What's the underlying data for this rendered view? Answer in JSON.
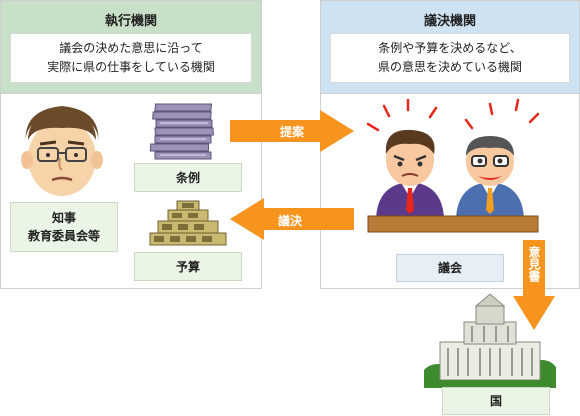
{
  "executive": {
    "title": "執行機関",
    "desc_line1": "議会の決めた意思に沿って",
    "desc_line2": "実際に県の仕事をしている機関",
    "governor_line1": "知事",
    "governor_line2": "教育委員会等",
    "ordinance": "条例",
    "budget": "予算"
  },
  "assembly": {
    "title": "議決機関",
    "desc_line1": "条例や予算を決めるなど、",
    "desc_line2": "県の意思を決めている機関",
    "name": "議会"
  },
  "arrows": {
    "propose": "提案",
    "resolve": "議決",
    "opinion": "意見書"
  },
  "nation": "国",
  "colors": {
    "exec_head": "#c8e0c8",
    "assembly_head": "#cfe2f1",
    "arrow": "#f7941d"
  }
}
